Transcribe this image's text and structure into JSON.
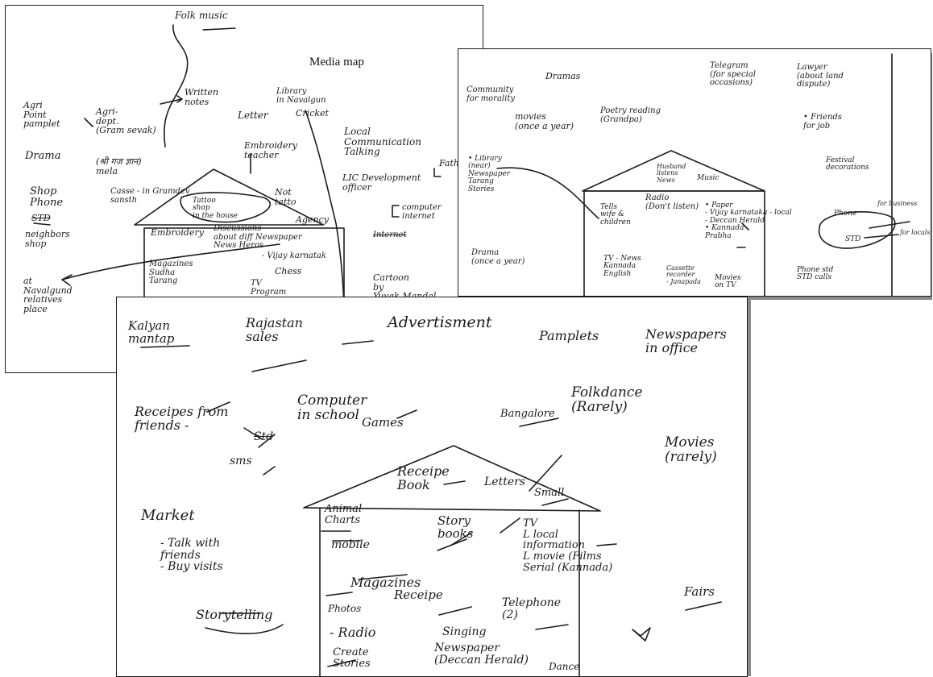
{
  "sheets": {
    "sheet1": {
      "title": "Media map",
      "items": {
        "folk_music": "Folk music",
        "agri_point": "Agri\nPoint\npamplet",
        "agri_dept": "Agri-\ndept.\n(Gram sevak)",
        "written_notes": "Written\nnotes",
        "letter": "Letter",
        "library": "Library\nin Navalgun",
        "cricket": "Cricket",
        "local_comm": "Local\nCommunication\nTalking",
        "drama": "Drama",
        "mela": "(श्री गज ज्ञान)\nmela",
        "cassette": "Casse - in Gramdev\nsansth",
        "embroidery_teacher": "Embroidery\nteacher",
        "shop_phone": "Shop\nPhone",
        "struck": "STD",
        "neighbors": "neighbors\nshop",
        "tattoo": "Tattoo\nshop\nin the house",
        "not_tattoo": "Not\ntatto",
        "agency": "Agency",
        "lic": "LIC Development\nofficer",
        "computer_internet": "computer\ninternet",
        "father": "Father",
        "embroidery": "Embroidery",
        "discussions": "Discussions\nabout diff Newspaper\nNews Heros",
        "vijay": "- Vijay karnatak",
        "magazines": "Magazines\nSudha\nTarang",
        "chess": "Chess",
        "tv_program": "TV\nProgram",
        "navalgund": "at\nNavalgund\nrelatives\nplace",
        "cartoon": "Cartoon\nby\nYuvak Mandal",
        "struck2": "Internet"
      }
    },
    "sheet2": {
      "items": {
        "community": "Community\nfor morality",
        "dramas": "Dramas",
        "movies": "movies\n(once a year)",
        "poetry": "Poetry reading\n(Grandpa)",
        "telegram": "Telegram\n(for special\noccasions)",
        "lawyer": "Lawyer\n(about land\ndispute)",
        "friends_job": "• Friends\nfor job",
        "library": "• Library\n(near)\nNewspaper\nTarang\nStories",
        "husband": "Husband\nlistens\nNews",
        "music": "Music",
        "radio": "Radio\n(Don't listen)",
        "wife": "wife",
        "tells": "Tells\nwife &\nchildren",
        "festival": "Festival\ndecorations",
        "phone": "Phone",
        "std": "STD",
        "struck": "....",
        "bus": "for business",
        "for_locals": "for locals",
        "paper": "• Paper\n- Vijay karnataka - local\n- Deccan Herald\n• Kannada\nPrabha",
        "drama_year": "Drama\n(once a year)",
        "tv_news": "TV - News\nKannada\nEnglish",
        "cassette": "Cassette\nrecorder\n- Janapada",
        "movies_tv": "Movies\non TV",
        "phone_std": "Phone std\nSTD calls"
      }
    },
    "sheet3": {
      "items": {
        "kalyan": "Kalyan\nmantap",
        "rajastan": "Rajastan\nsales",
        "advertisment": "Advertisment",
        "pamplets": "Pamplets",
        "newspapers_office": "Newspapers\nin office",
        "receipes_friends": "Receipes from\nfriends -",
        "computer": "Computer\nin school",
        "games": "Games",
        "bangalore": "Bangalore",
        "folkdance": "Folkdance\n(Rarely)",
        "std": "Std",
        "sms": "sms",
        "movies": "Movies\n(rarely)",
        "receipe_book": "Receipe\nBook",
        "letters": "Letters",
        "small": "Small",
        "market": "Market",
        "talk": "- Talk with\nfriends\n- Buy visits",
        "animal_charts": "Animal\nCharts",
        "mobile": "mobile",
        "story_books": "Story\nbooks",
        "tv": "TV\nL local\ninformation\nL movie (Films\nSerial (Kannada)",
        "magazines": "Magazines",
        "receipe": "Receipe",
        "photos": "Photos",
        "telephone": "Telephone\n(2)",
        "fairs": "Fairs",
        "storytelling": "Storytelling",
        "radio": "- Radio",
        "singing": "Singing",
        "create_stories": "Create\nStories",
        "newspaper": "Newspaper\n(Deccan Herald)",
        "dance": "Dance"
      }
    }
  }
}
